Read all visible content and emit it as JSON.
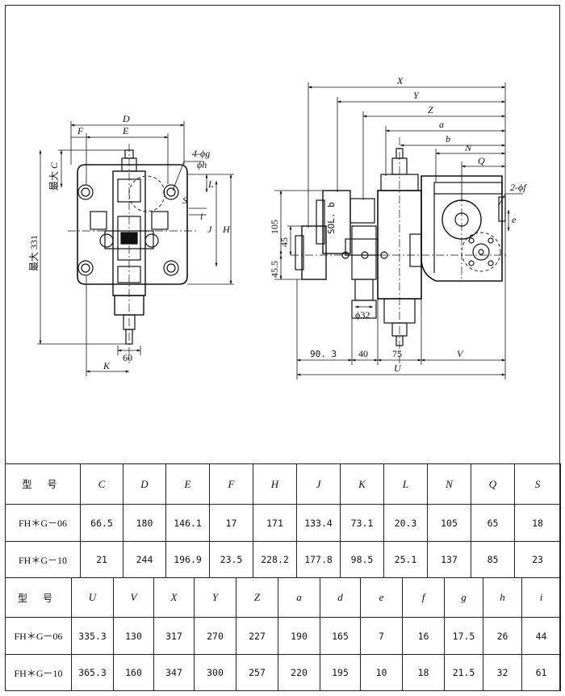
{
  "drawing": {
    "left_view": {
      "labels": {
        "D": "D",
        "E": "E",
        "F": "F",
        "C": "C",
        "max_c": "最大",
        "four_phi_g": "4-ϕg",
        "phi_h": "ϕh",
        "S": "S",
        "L": "L",
        "i": "i",
        "J": "J",
        "H": "H",
        "max331": "最大 331",
        "sixty": "60",
        "K": "K"
      }
    },
    "right_view": {
      "labels": {
        "X": "X",
        "Y": "Y",
        "Z": "Z",
        "a": "a",
        "b": "b",
        "N": "N",
        "Q": "Q",
        "two_phi_f": "2-ϕf",
        "e": "e",
        "d105": "105",
        "d45": "45",
        "d45_5": "45.5",
        "sol": "SOL. b",
        "phi32": "ϕ32",
        "d90_3": "90. 3",
        "d40": "40",
        "d75": "75",
        "V": "V",
        "U": "U"
      }
    }
  },
  "table1": {
    "headers": [
      "型 号",
      "C",
      "D",
      "E",
      "F",
      "H",
      "J",
      "K",
      "L",
      "N",
      "Q",
      "S"
    ],
    "rows": [
      [
        "FH＊G－06",
        "66.5",
        "180",
        "146.1",
        "17",
        "171",
        "133.4",
        "73.1",
        "20.3",
        "105",
        "65",
        "18"
      ],
      [
        "FH＊G－10",
        "21",
        "244",
        "196.9",
        "23.5",
        "228.2",
        "177.8",
        "98.5",
        "25.1",
        "137",
        "85",
        "23"
      ]
    ]
  },
  "table2": {
    "headers": [
      "型 号",
      "U",
      "V",
      "X",
      "Y",
      "Z",
      "a",
      "d",
      "e",
      "f",
      "g",
      "h",
      "i"
    ],
    "rows": [
      [
        "FH＊G－06",
        "335.3",
        "130",
        "317",
        "270",
        "227",
        "190",
        "165",
        "7",
        "16",
        "17.5",
        "26",
        "44"
      ],
      [
        "FH＊G－10",
        "365.3",
        "160",
        "347",
        "300",
        "257",
        "220",
        "195",
        "10",
        "18",
        "21.5",
        "32",
        "61"
      ]
    ]
  }
}
